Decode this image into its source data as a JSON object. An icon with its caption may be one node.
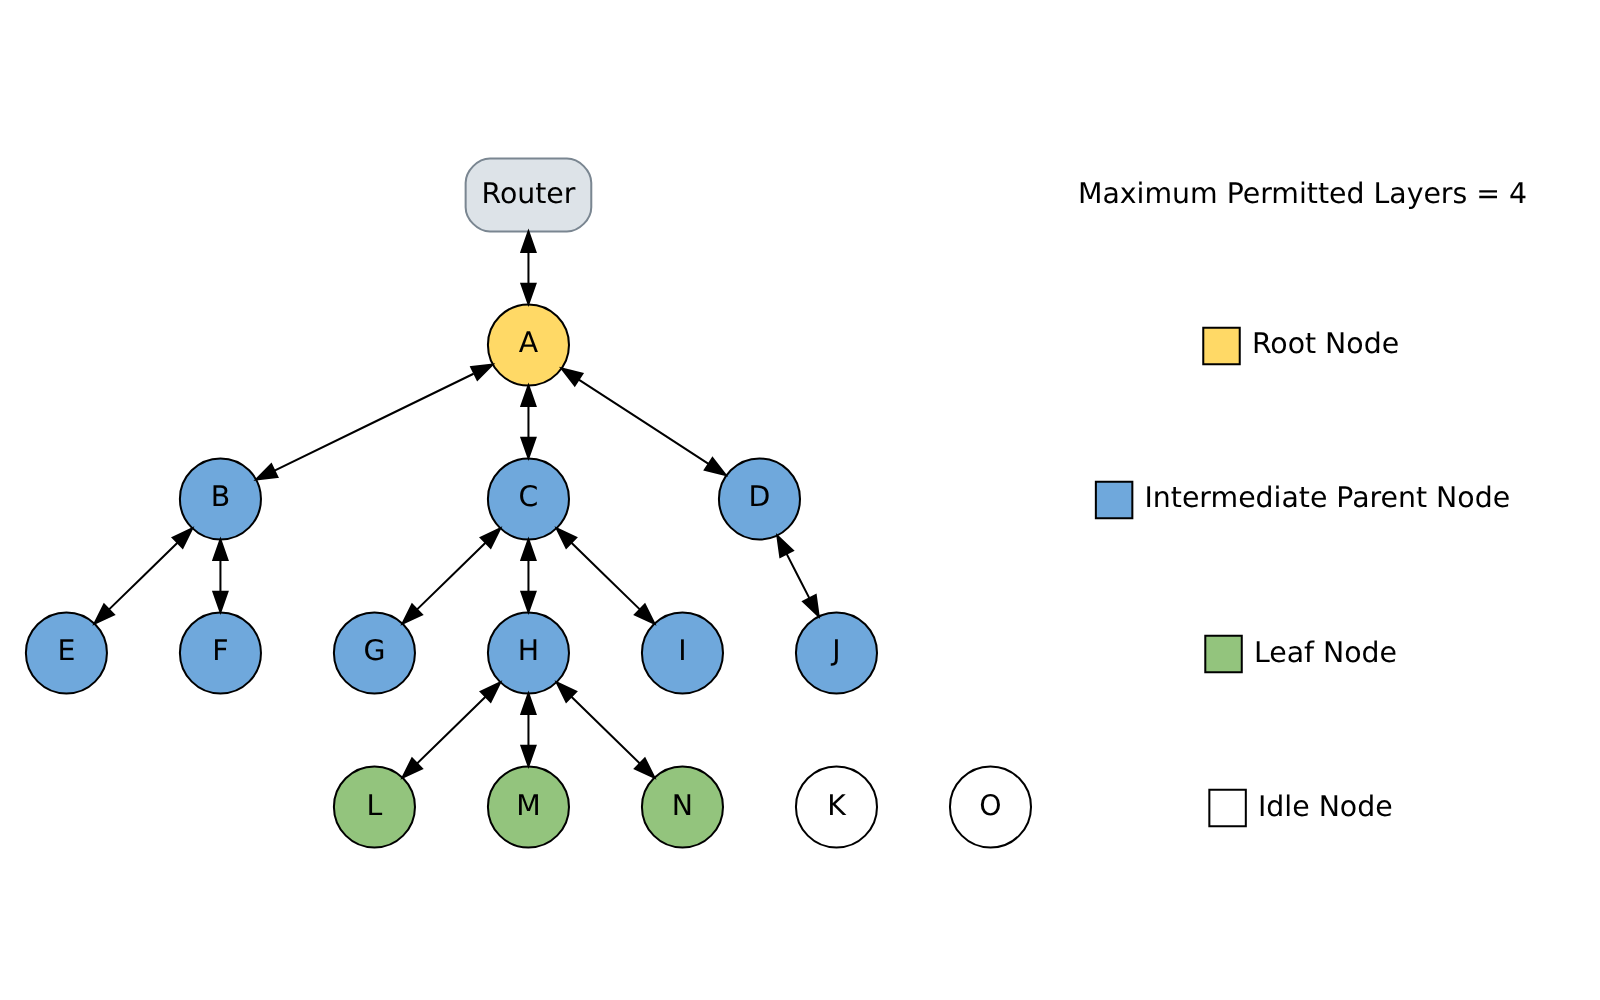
{
  "diagram": {
    "nodes": [
      {
        "text": [
          "Router"
        ]
      },
      {
        "text": [
          "A"
        ]
      },
      {
        "text": [
          "B"
        ]
      },
      {
        "text": [
          "C"
        ]
      },
      {
        "text": [
          "D"
        ]
      },
      {
        "text": [
          "E"
        ]
      },
      {
        "text": [
          "F"
        ]
      },
      {
        "text": [
          "G"
        ]
      },
      {
        "text": [
          "H"
        ]
      },
      {
        "text": [
          "I"
        ]
      },
      {
        "text": [
          "J"
        ]
      },
      {
        "text": [
          "K"
        ]
      },
      {
        "text": [
          "L"
        ]
      },
      {
        "text": [
          "M"
        ]
      },
      {
        "text": [
          "N"
        ]
      },
      {
        "text": [
          "O"
        ]
      }
    ],
    "edges": [
      {
        "from": 0,
        "to": 1,
        "arrow": "both"
      },
      {
        "from": 1,
        "to": 2,
        "arrow": "both"
      },
      {
        "from": 1,
        "to": 3,
        "arrow": "both"
      },
      {
        "from": 1,
        "to": 4,
        "arrow": "both"
      },
      {
        "from": 2,
        "to": 5,
        "arrow": "both"
      },
      {
        "from": 2,
        "to": 6,
        "arrow": "both"
      },
      {
        "from": 3,
        "to": 7,
        "arrow": "both"
      },
      {
        "from": 3,
        "to": 8,
        "arrow": "both"
      },
      {
        "from": 3,
        "to": 9,
        "arrow": "both"
      },
      {
        "from": 4,
        "to": 10,
        "arrow": "both"
      },
      {
        "from": 8,
        "to": 12,
        "arrow": "both"
      },
      {
        "from": 8,
        "to": 13,
        "arrow": "both"
      },
      {
        "from": 8,
        "to": 14,
        "arrow": "both"
      }
    ],
    "labels": [
      "Maximum Permitted Layers = 4"
    ],
    "legend": [
      {
        "text": "Root Node",
        "color": "#ffd966"
      },
      {
        "text": "Intermediate Parent Node",
        "color": "#6fa8dc"
      },
      {
        "text": "Leaf Node",
        "color": "#93c47d"
      },
      {
        "text": "Idle Node",
        "color": "#ffffff"
      }
    ]
  }
}
